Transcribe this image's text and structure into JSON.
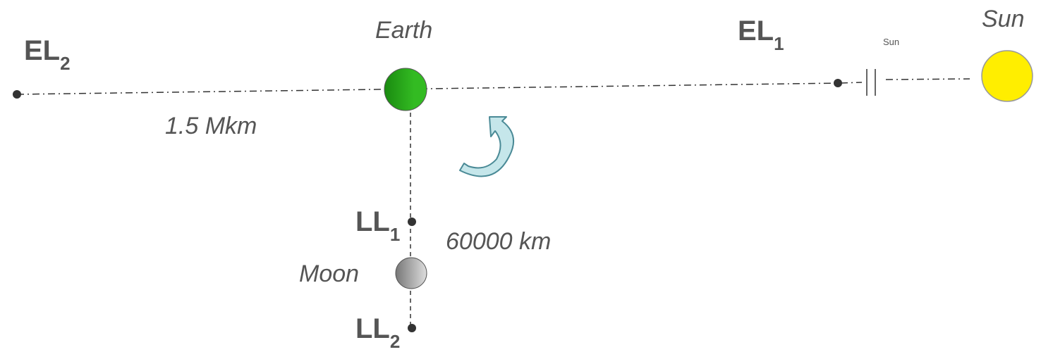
{
  "bodies": {
    "earth": {
      "label": "Earth",
      "color": "#33bb22",
      "color_dark": "#1a8a10"
    },
    "sun": {
      "label": "Sun",
      "color": "#ffee00",
      "stroke": "#999999"
    },
    "moon": {
      "label": "Moon",
      "color": "#dddddd",
      "color_dark": "#777777"
    }
  },
  "points": {
    "el2": {
      "main": "EL",
      "sub": "2"
    },
    "el1": {
      "main": "EL",
      "sub": "1"
    },
    "ll1": {
      "main": "LL",
      "sub": "1"
    },
    "ll2": {
      "main": "LL",
      "sub": "2"
    }
  },
  "distances": {
    "earth_el": "1.5 Mkm",
    "earth_moon": "60000 km"
  },
  "break_label": "Sun",
  "icons": {
    "rotation": "rotation-arrow-icon"
  },
  "colors": {
    "arrow": "#c5e6ea",
    "arrow_stroke": "#4a8a96",
    "line": "#333333",
    "dot": "#333333",
    "text": "#555555"
  }
}
